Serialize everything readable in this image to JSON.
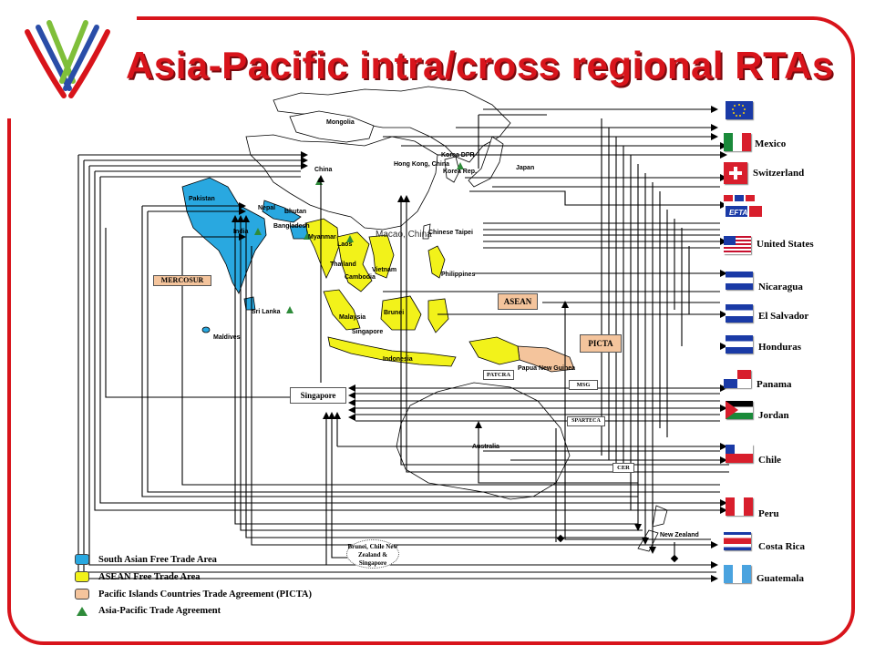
{
  "title": "Asia-Pacific intra/cross regional RTAs",
  "map_labels": {
    "mongolia": "Mongolia",
    "china": "China",
    "korea_dpr": "Korea DPR",
    "korea_rep": "Korea Rep.",
    "japan": "Japan",
    "pakistan": "Pakistan",
    "nepal": "Nepal",
    "bhutan": "Bhutan",
    "bangladesh": "Bangladesh",
    "india": "India",
    "myanmar": "Myanmar",
    "laos": "Laos",
    "macao": "Macao, China",
    "hongkong": "Hong Kong, China",
    "taipei": "Chinese Taipei",
    "thailand": "Thailand",
    "vietnam": "Vietnam",
    "cambodia": "Cambodia",
    "philippines": "Philippines",
    "srilanka": "Sri Lanka",
    "maldives": "Maldives",
    "malaysia": "Malaysia",
    "brunei": "Brunei",
    "singapore_map": "Singapore",
    "indonesia": "Indonesia",
    "png": "Papua New Guinea",
    "australia": "Australia",
    "newzealand": "New Zealand"
  },
  "boxes": {
    "mercosur": "MERCOSUR",
    "asean": "ASEAN",
    "picta": "PICTA",
    "patcra": "PATCRA",
    "msg": "MSG",
    "sparteca": "SPARTECA",
    "cer": "CER",
    "singapore": "Singapore",
    "brunei_group": "Brunei, Chile New Zealand & Singapore"
  },
  "right_labels": {
    "mexico": "Mexico",
    "switzerland": "Switzerland",
    "united_states": "United States",
    "nicaragua": "Nicaragua",
    "el_salvador": "El Salvador",
    "honduras": "Honduras",
    "panama": "Panama",
    "jordan": "Jordan",
    "chile": "Chile",
    "peru": "Peru",
    "costa_rica": "Costa Rica",
    "guatemala": "Guatemala"
  },
  "efta_label": "EFTA",
  "legend": [
    {
      "label": "South Asian Free Trade Area",
      "color": "#29a8e0"
    },
    {
      "label": "ASEAN Free Trade Area",
      "color": "#f2f21a"
    },
    {
      "label": "Pacific Islands Countries Trade Agreement (PICTA)",
      "color": "#f4c49c"
    },
    {
      "label": "Asia-Pacific Trade Agreement",
      "color": "#2e8b3a"
    }
  ],
  "colors": {
    "accent": "#d8141b",
    "safta": "#29a8e0",
    "afta": "#f2f21a",
    "picta": "#f4c49c",
    "apta": "#2e8b3a"
  }
}
